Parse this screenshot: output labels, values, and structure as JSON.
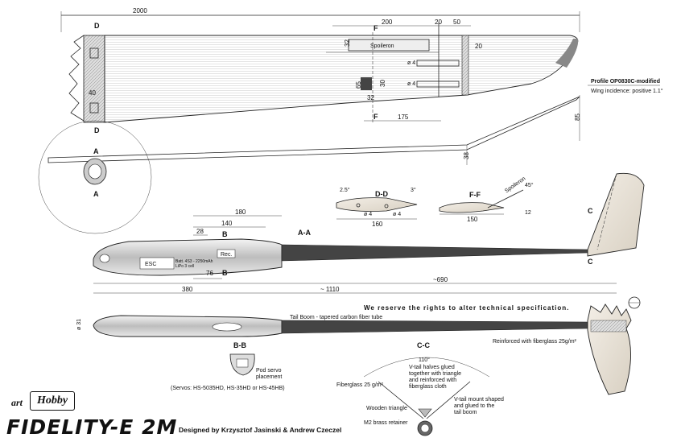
{
  "wing_dims": {
    "span_2000": "2000",
    "dim_200": "200",
    "dim_20a": "20",
    "dim_50": "50",
    "dim_20b": "20",
    "dim_32a": "32",
    "dim_65": "65",
    "dim_30": "30",
    "dim_32b": "32",
    "dim_175": "175",
    "dim_40": "40",
    "dim_85": "85",
    "dim_38": "38",
    "phi4a": "ø 4",
    "phi4b": "ø 4"
  },
  "wing_labels": {
    "d_top": "D",
    "d_bottom": "D",
    "f_top": "F",
    "f_bottom": "F",
    "spoileron": "Spoileron",
    "profile": "Profile OP0830C-modified",
    "incidence": "Wing incidence:  positive 1.1°"
  },
  "front_view": {
    "a_top": "A",
    "a_bottom": "A"
  },
  "sections": {
    "dd_title": "D-D",
    "dd_angle1": "2.5°",
    "dd_angle2": "3°",
    "dd_phi_a": "ø 4",
    "dd_phi_b": "ø 4",
    "dd_width": "160",
    "ff_title": "F-F",
    "ff_width": "150",
    "ff_spoileron": "Spoileron",
    "ff_angle": "45°",
    "ff_dim": "12"
  },
  "fuselage": {
    "dim_180": "180",
    "dim_140": "140",
    "dim_28": "28",
    "b_top": "B",
    "b_bottom": "B",
    "aa": "A-A",
    "dim_76": "76",
    "dim_380": "380",
    "dim_1110": "~ 1110",
    "dim_690": "~690",
    "rec": "Rec.",
    "esc": "ESC",
    "motor_note": "Batt. 4S3 - 2250mAh\nLiPo 3 cell",
    "c_top": "C",
    "c_bottom": "C"
  },
  "boom": {
    "reserve": "We reserve the rights to alter technical specification.",
    "boom_label": "Tail Boom - tapered carbon fiber tube",
    "phi31": "ø 31",
    "reinforced": "Reinforced with fiberglass 25g/m²"
  },
  "bb": {
    "title": "B-B",
    "pod_note": "Pod servo\nplacement",
    "servos": "(Servos: HS-5035HD, HS-35HD or HS-45HB)"
  },
  "cc": {
    "title": "C-C",
    "angle": "110°",
    "vtail_note": "V-tail halves glued\ntogether with triangle\nand reinforced with\nfiberglass cloth",
    "fiberglass": "Fiberglass 25 g/m²",
    "wooden": "Wooden triangle",
    "mount": "V-tail mount shaped\nand glued to the\ntail boom",
    "brass": "M2 brass retainer"
  },
  "footer": {
    "art": "art",
    "logo": "Hobby",
    "title": "FIDELITY-E 2M",
    "credit": "Designed by Krzysztof Jasinski & Andrew Czeczel"
  }
}
